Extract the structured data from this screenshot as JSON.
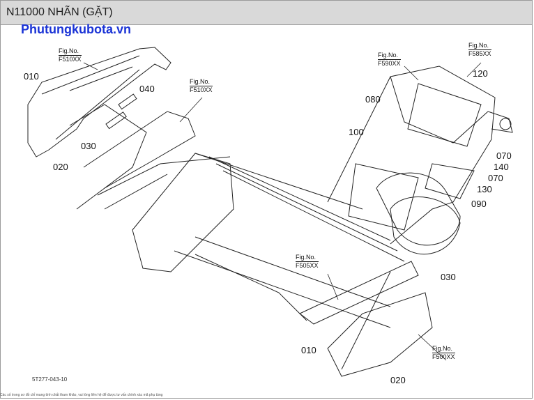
{
  "header": {
    "title": "N11000 NHÃN (GẶT)"
  },
  "watermark": "Phutungkubota.vn",
  "diagram": {
    "part_code": "5T277-043-10",
    "fig_refs": [
      {
        "label": "Fig.No.",
        "num": "F510XX"
      },
      {
        "label": "Fig.No.",
        "num": "F510XX"
      },
      {
        "label": "Fig.No.",
        "num": "F590XX"
      },
      {
        "label": "Fig.No.",
        "num": "F585XX"
      },
      {
        "label": "Fig.No.",
        "num": "F505XX"
      },
      {
        "label": "Fig.No.",
        "num": "F500XX"
      }
    ],
    "callouts": [
      "010",
      "040",
      "030",
      "020",
      "080",
      "120",
      "100",
      "070",
      "140",
      "070",
      "130",
      "090",
      "030",
      "010",
      "020"
    ]
  },
  "footer": {
    "fine_print": "Các số trong sơ đồ chỉ mang tính chất tham khảo, vui lòng liên hệ để được tư vấn chính xác mã phụ tùng"
  }
}
